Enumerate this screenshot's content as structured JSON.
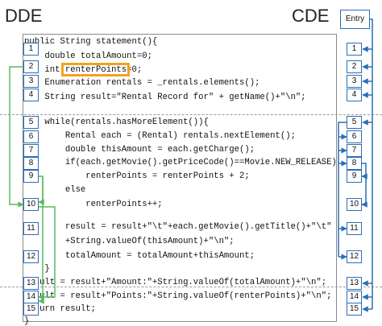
{
  "headers": {
    "left": "DDE",
    "right": "CDE"
  },
  "entry_label": "Entry",
  "highlight": {
    "text": "renterPoints",
    "color": "#f2a11f"
  },
  "colors": {
    "control_edges": "#2a6fb8",
    "data_edges": "#5cb85c",
    "box_border": "#2a6fb8"
  },
  "code_lines": [
    "public String statement(){",
    "    double totalAmount=0;",
    "    int renterPoints=0;",
    "    Enumeration rentals = _rentals.elements();",
    "    String result=\"Rental Record for\" + getName()+\"\\n\";",
    "    while(rentals.hasMoreElement()){",
    "        Rental each = (Rental) rentals.nextElement();",
    "        double thisAmount = each.getCharge();",
    "        if(each.getMovie().getPriceCode()==Movie.NEW_RELEASE)",
    "            renterPoints = renterPoints + 2;",
    "        else",
    "            renterPoints++;",
    "        result = result+\"\\t\"+each.getMovie().getTitle()+\"\\t\"",
    "        +String.valueOf(thisAmount)+\"\\n\";",
    "        totalAmount = totalAmount+thisAmount;",
    "    }",
    "result = result+\"Amount:\"+String.valueOf(totalAmount)+\"\\n\";",
    "result = result+\"Points:\"+String.valueOf(renterPoints)+\"\\n\";",
    "return result;",
    "}"
  ],
  "node_labels": [
    "1",
    "2",
    "3",
    "4",
    "5",
    "6",
    "7",
    "8",
    "9",
    "10",
    "11",
    "12",
    "13",
    "14",
    "15"
  ]
}
